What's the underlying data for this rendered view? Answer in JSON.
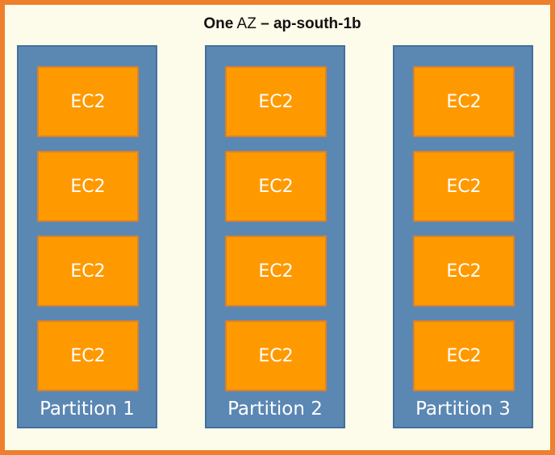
{
  "title": {
    "part1": "One",
    "part2": "AZ",
    "part3": "– ap-south-1b"
  },
  "partitions": [
    {
      "label": "Partition 1",
      "instances": [
        "EC2",
        "EC2",
        "EC2",
        "EC2"
      ]
    },
    {
      "label": "Partition 2",
      "instances": [
        "EC2",
        "EC2",
        "EC2",
        "EC2"
      ]
    },
    {
      "label": "Partition 3",
      "instances": [
        "EC2",
        "EC2",
        "EC2",
        "EC2"
      ]
    }
  ],
  "colors": {
    "border": "#ee7f2d",
    "background": "#fdfbe9",
    "partition": "#5b87b3",
    "instance": "#ff9900"
  }
}
